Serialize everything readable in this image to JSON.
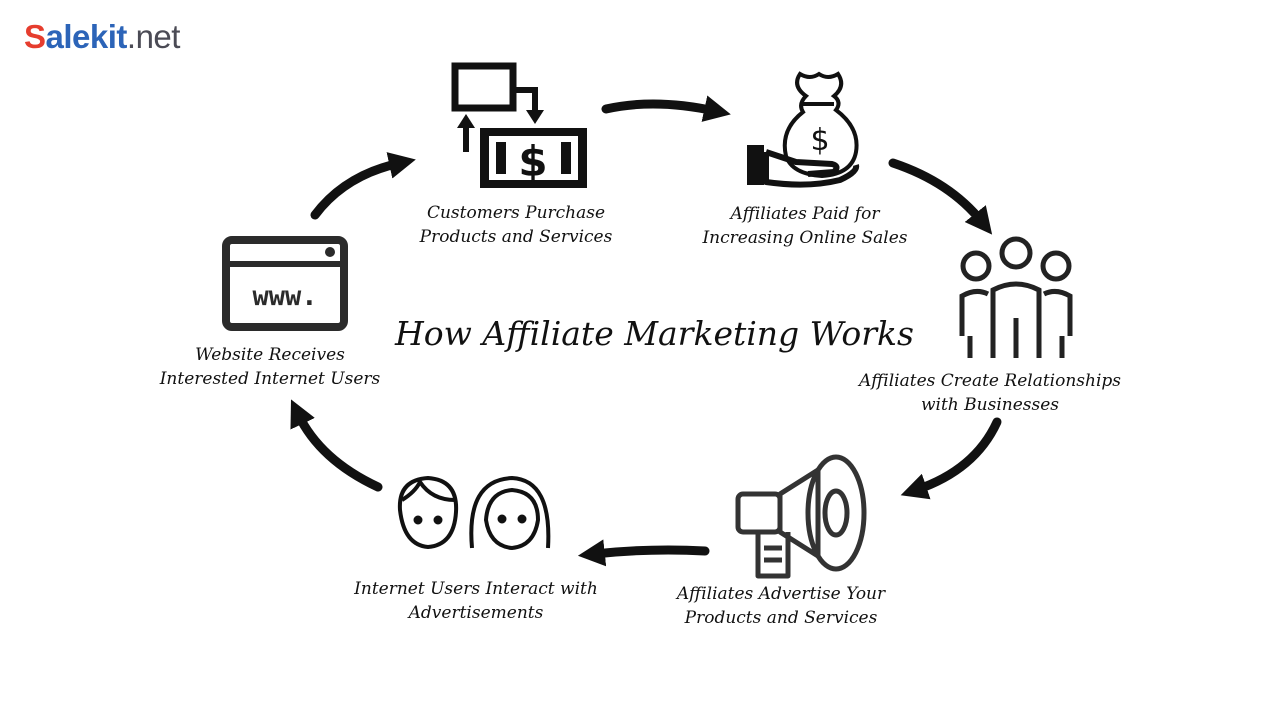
{
  "brand": {
    "name_part1": "Salekit",
    "name_part2": ".net",
    "colors": [
      "#e63d2e",
      "#f39c12",
      "#2c64b8",
      "#1f4e9c",
      "#4b4b55"
    ]
  },
  "title": "How Affiliate Marketing Works",
  "steps": [
    {
      "icon": "money-exchange-icon",
      "lines": [
        "Customers Purchase",
        "Products and Services"
      ]
    },
    {
      "icon": "money-bag-hand-icon",
      "lines": [
        "Affiliates Paid for",
        "Increasing Online Sales"
      ]
    },
    {
      "icon": "people-group-icon",
      "lines": [
        "Affiliates Create Relationships",
        "with Businesses"
      ]
    },
    {
      "icon": "megaphone-icon",
      "lines": [
        "Affiliates Advertise Your",
        "Products and Services"
      ]
    },
    {
      "icon": "users-faces-icon",
      "lines": [
        "Internet Users Interact with",
        "Advertisements"
      ]
    },
    {
      "icon": "website-www-icon",
      "lines": [
        "Website Receives",
        "Interested Internet Users"
      ]
    }
  ],
  "icon_text": {
    "dollar": "$",
    "www": "www.",
    "bag_dollar": "$"
  }
}
